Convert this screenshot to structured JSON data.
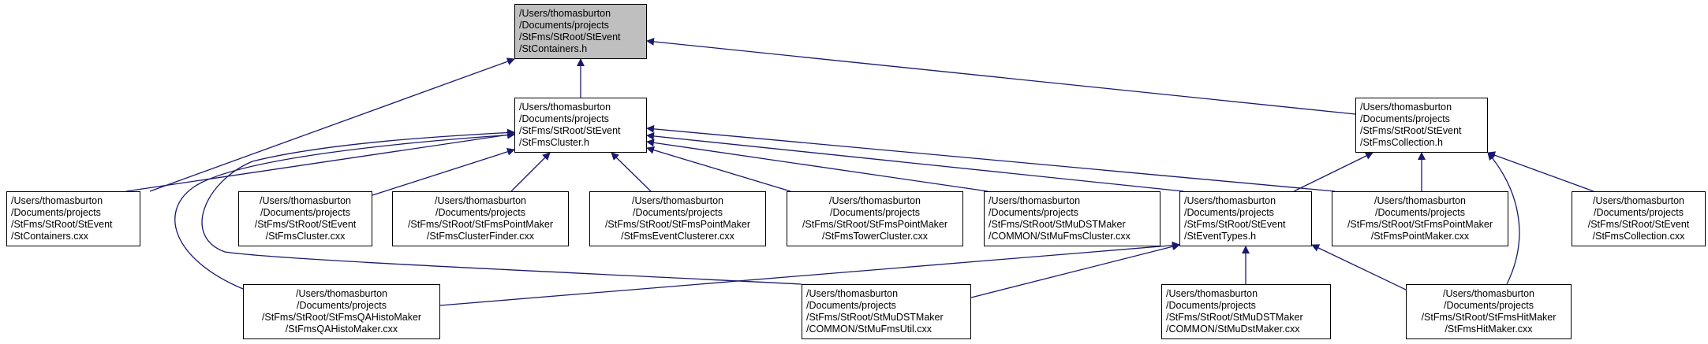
{
  "graph": {
    "edge_color": "#191970",
    "nodes": [
      {
        "id": "stcontainers_h",
        "root": true,
        "lines": [
          "/Users/thomasburton",
          "/Documents/projects",
          "/StFms/StRoot/StEvent",
          "/StContainers.h"
        ]
      },
      {
        "id": "stfmscluster_h",
        "lines": [
          "/Users/thomasburton",
          "/Documents/projects",
          "/StFms/StRoot/StEvent",
          "/StFmsCluster.h"
        ]
      },
      {
        "id": "stfmscollection_h",
        "lines": [
          "/Users/thomasburton",
          "/Documents/projects",
          "/StFms/StRoot/StEvent",
          "/StFmsCollection.h"
        ]
      },
      {
        "id": "stcontainers_cxx",
        "lines": [
          "/Users/thomasburton",
          "/Documents/projects",
          "/StFms/StRoot/StEvent",
          "/StContainers.cxx"
        ]
      },
      {
        "id": "stfmscluster_cxx",
        "lines": [
          "/Users/thomasburton",
          "/Documents/projects",
          "/StFms/StRoot/StEvent",
          "/StFmsCluster.cxx"
        ]
      },
      {
        "id": "stfmsclusterfinder_cxx",
        "lines": [
          "/Users/thomasburton",
          "/Documents/projects",
          "/StFms/StRoot/StFmsPointMaker",
          "/StFmsClusterFinder.cxx"
        ]
      },
      {
        "id": "stfmseventclusterer_cxx",
        "lines": [
          "/Users/thomasburton",
          "/Documents/projects",
          "/StFms/StRoot/StFmsPointMaker",
          "/StFmsEventClusterer.cxx"
        ]
      },
      {
        "id": "stfmstowercluster_cxx",
        "lines": [
          "/Users/thomasburton",
          "/Documents/projects",
          "/StFms/StRoot/StFmsPointMaker",
          "/StFmsTowerCluster.cxx"
        ]
      },
      {
        "id": "stmufmscluster_cxx",
        "lines": [
          "/Users/thomasburton",
          "/Documents/projects",
          "/StFms/StRoot/StMuDSTMaker",
          "/COMMON/StMuFmsCluster.cxx"
        ]
      },
      {
        "id": "steventtypes_h",
        "lines": [
          "/Users/thomasburton",
          "/Documents/projects",
          "/StFms/StRoot/StEvent",
          "/StEventTypes.h"
        ]
      },
      {
        "id": "stfmspointmaker_cxx",
        "lines": [
          "/Users/thomasburton",
          "/Documents/projects",
          "/StFms/StRoot/StFmsPointMaker",
          "/StFmsPointMaker.cxx"
        ]
      },
      {
        "id": "stfmscollection_cxx",
        "lines": [
          "/Users/thomasburton",
          "/Documents/projects",
          "/StFms/StRoot/StEvent",
          "/StFmsCollection.cxx"
        ]
      },
      {
        "id": "stfmsqahistomaker_cxx",
        "lines": [
          "/Users/thomasburton",
          "/Documents/projects",
          "/StFms/StRoot/StFmsQAHistoMaker",
          "/StFmsQAHistoMaker.cxx"
        ]
      },
      {
        "id": "stmufmsutil_cxx",
        "lines": [
          "/Users/thomasburton",
          "/Documents/projects",
          "/StFms/StRoot/StMuDSTMaker",
          "/COMMON/StMuFmsUtil.cxx"
        ]
      },
      {
        "id": "stmudstmaker_cxx",
        "lines": [
          "/Users/thomasburton",
          "/Documents/projects",
          "/StFms/StRoot/StMuDSTMaker",
          "/COMMON/StMuDstMaker.cxx"
        ]
      },
      {
        "id": "stfmshitmaker_cxx",
        "lines": [
          "/Users/thomasburton",
          "/Documents/projects",
          "/StFms/StRoot/StFmsHitMaker",
          "/StFmsHitMaker.cxx"
        ]
      }
    ],
    "edges": [
      {
        "from": "stcontainers_cxx",
        "to": "stcontainers_h"
      },
      {
        "from": "stfmscluster_h",
        "to": "stcontainers_h"
      },
      {
        "from": "stfmscollection_h",
        "to": "stcontainers_h"
      },
      {
        "from": "stcontainers_cxx",
        "to": "stfmscluster_h"
      },
      {
        "from": "stfmscluster_cxx",
        "to": "stfmscluster_h"
      },
      {
        "from": "stfmsclusterfinder_cxx",
        "to": "stfmscluster_h"
      },
      {
        "from": "stfmseventclusterer_cxx",
        "to": "stfmscluster_h"
      },
      {
        "from": "stfmstowercluster_cxx",
        "to": "stfmscluster_h"
      },
      {
        "from": "stmufmscluster_cxx",
        "to": "stfmscluster_h"
      },
      {
        "from": "steventtypes_h",
        "to": "stfmscluster_h"
      },
      {
        "from": "stfmspointmaker_cxx",
        "to": "stfmscluster_h"
      },
      {
        "from": "stfmsqahistomaker_cxx",
        "to": "stfmscluster_h"
      },
      {
        "from": "stmufmsutil_cxx",
        "to": "stfmscluster_h"
      },
      {
        "from": "steventtypes_h",
        "to": "stfmscollection_h"
      },
      {
        "from": "stfmspointmaker_cxx",
        "to": "stfmscollection_h"
      },
      {
        "from": "stfmscollection_cxx",
        "to": "stfmscollection_h"
      },
      {
        "from": "stfmshitmaker_cxx",
        "to": "stfmscollection_h"
      },
      {
        "from": "stfmsqahistomaker_cxx",
        "to": "steventtypes_h"
      },
      {
        "from": "stmufmsutil_cxx",
        "to": "steventtypes_h"
      },
      {
        "from": "stmudstmaker_cxx",
        "to": "steventtypes_h"
      },
      {
        "from": "stfmshitmaker_cxx",
        "to": "steventtypes_h"
      }
    ]
  }
}
